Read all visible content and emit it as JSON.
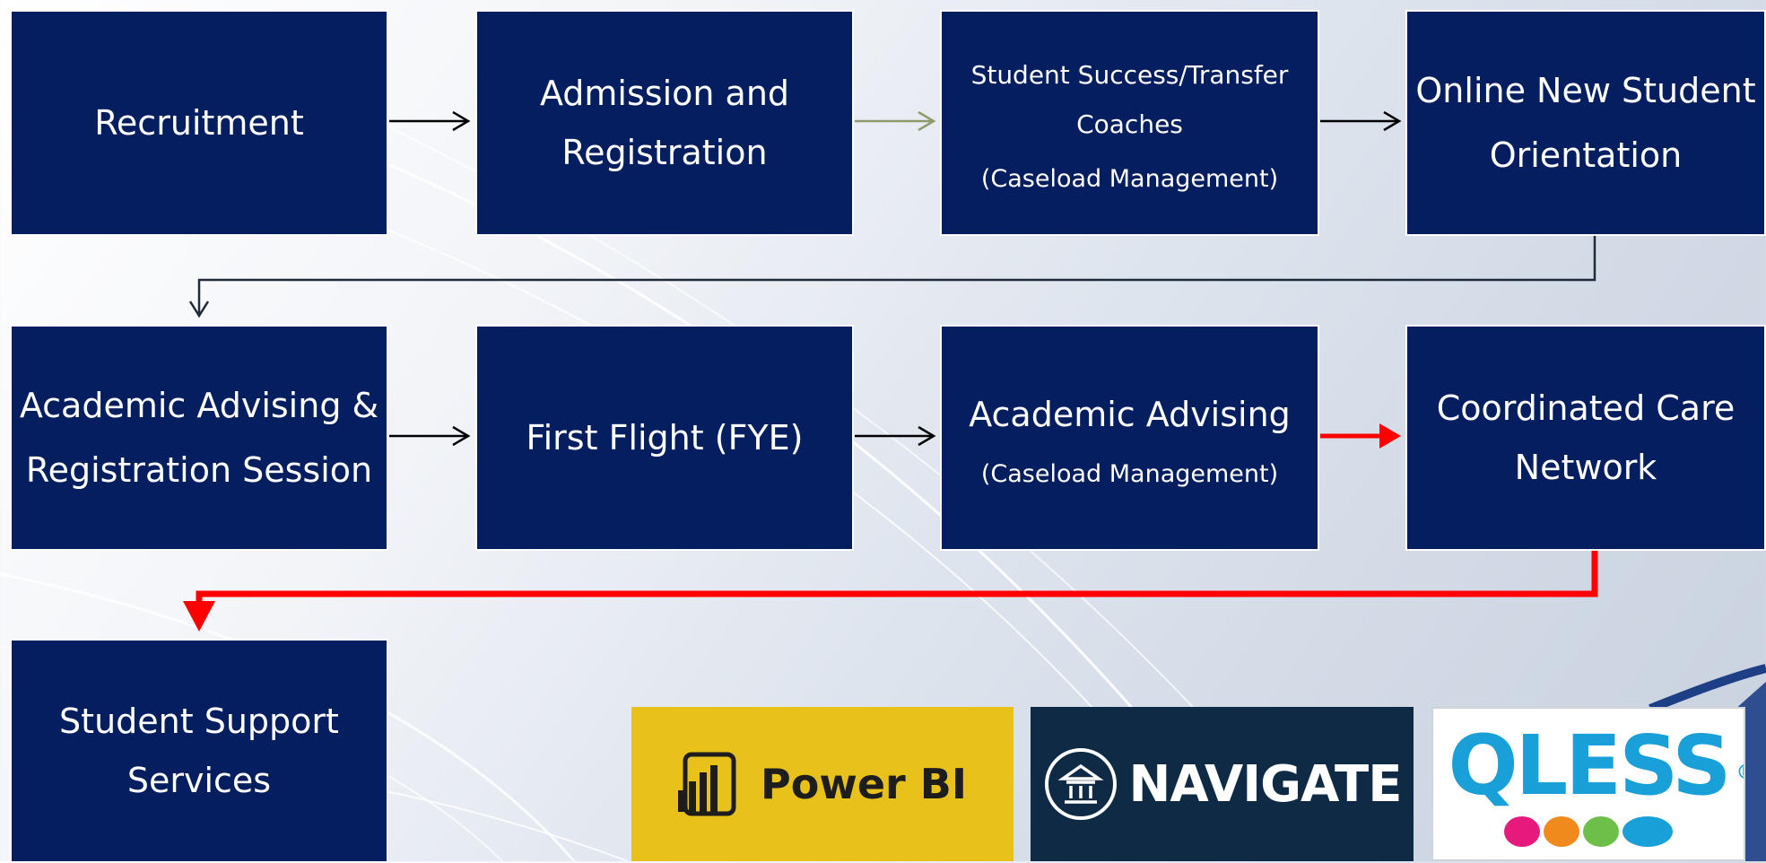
{
  "boxes": {
    "recruitment": {
      "label": "Recruitment"
    },
    "admission": {
      "label": "Admission and\nRegistration"
    },
    "coaches": {
      "label": "Student Success/Transfer\nCoaches",
      "sub": "(Caseload Management)"
    },
    "orientation": {
      "label": "Online New Student\nOrientation"
    },
    "advising_session": {
      "label": "Academic Advising &\nRegistration Session"
    },
    "first_flight": {
      "label": "First Flight (FYE)"
    },
    "academic_advising": {
      "label": "Academic Advising",
      "sub": "(Caseload Management)"
    },
    "care_network": {
      "label": "Coordinated Care\nNetwork"
    },
    "support_services": {
      "label": "Student Support\nServices"
    }
  },
  "logos": {
    "powerbi": {
      "text": "Power BI"
    },
    "navigate": {
      "text": "NAVIGATE"
    },
    "qless": {
      "text": "QLESS",
      "registered": "®"
    }
  },
  "colors": {
    "box_fill": "#041e5f",
    "arrow_dark": "#000000",
    "arrow_olive": "#8f9a6a",
    "arrow_red": "#ff0000",
    "connector_dark": "#1f2a3a"
  }
}
